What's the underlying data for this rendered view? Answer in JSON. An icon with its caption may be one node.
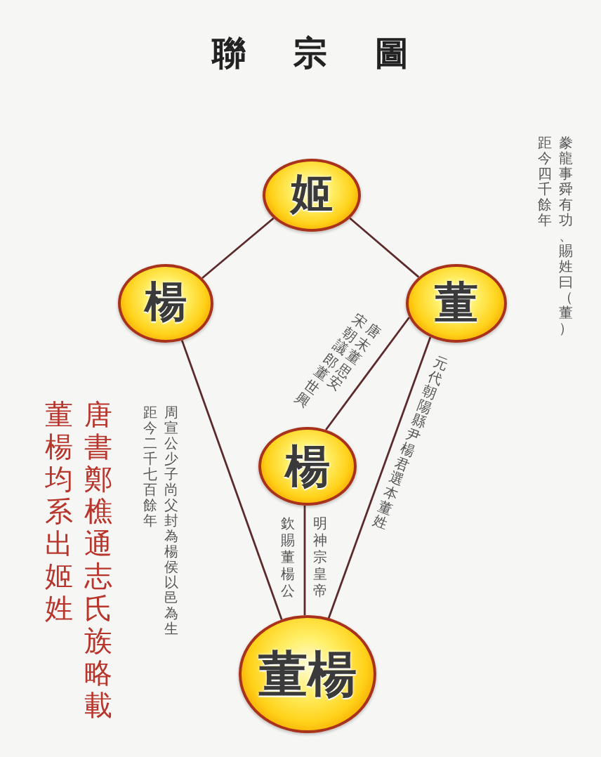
{
  "diagram": {
    "title": "聯宗圖",
    "nodes": [
      {
        "text": [
          "姬"
        ]
      },
      {
        "text": [
          "楊"
        ]
      },
      {
        "text": [
          "董"
        ],
        "beside": [
          "豢龍事舜有功、賜姓曰（董）距今四千餘年"
        ]
      },
      {
        "text": [
          "楊"
        ]
      },
      {
        "text": [
          "董楊"
        ]
      }
    ],
    "edges": [
      {
        "from": 0,
        "to": 1,
        "arrow": "none"
      },
      {
        "from": 0,
        "to": 2,
        "arrow": "none"
      },
      {
        "from": 1,
        "to": 4,
        "arrow": "none"
      },
      {
        "from": 2,
        "to": 3,
        "arrow": "none",
        "label": "唐末董思安宋朝議郎董世興"
      },
      {
        "from": 2,
        "to": 4,
        "arrow": "none",
        "label": "元代朝陽縣尹楊君選本董姓"
      },
      {
        "from": 3,
        "to": 4,
        "arrow": "none",
        "label": "明神宗皇帝欽賜董楊公"
      }
    ],
    "labels": [
      "周宣公少子尚父封為楊侯以邑為生距今二千七百餘年",
      "唐書鄭樵通志氏族略載董楊均系出姬姓"
    ]
  }
}
